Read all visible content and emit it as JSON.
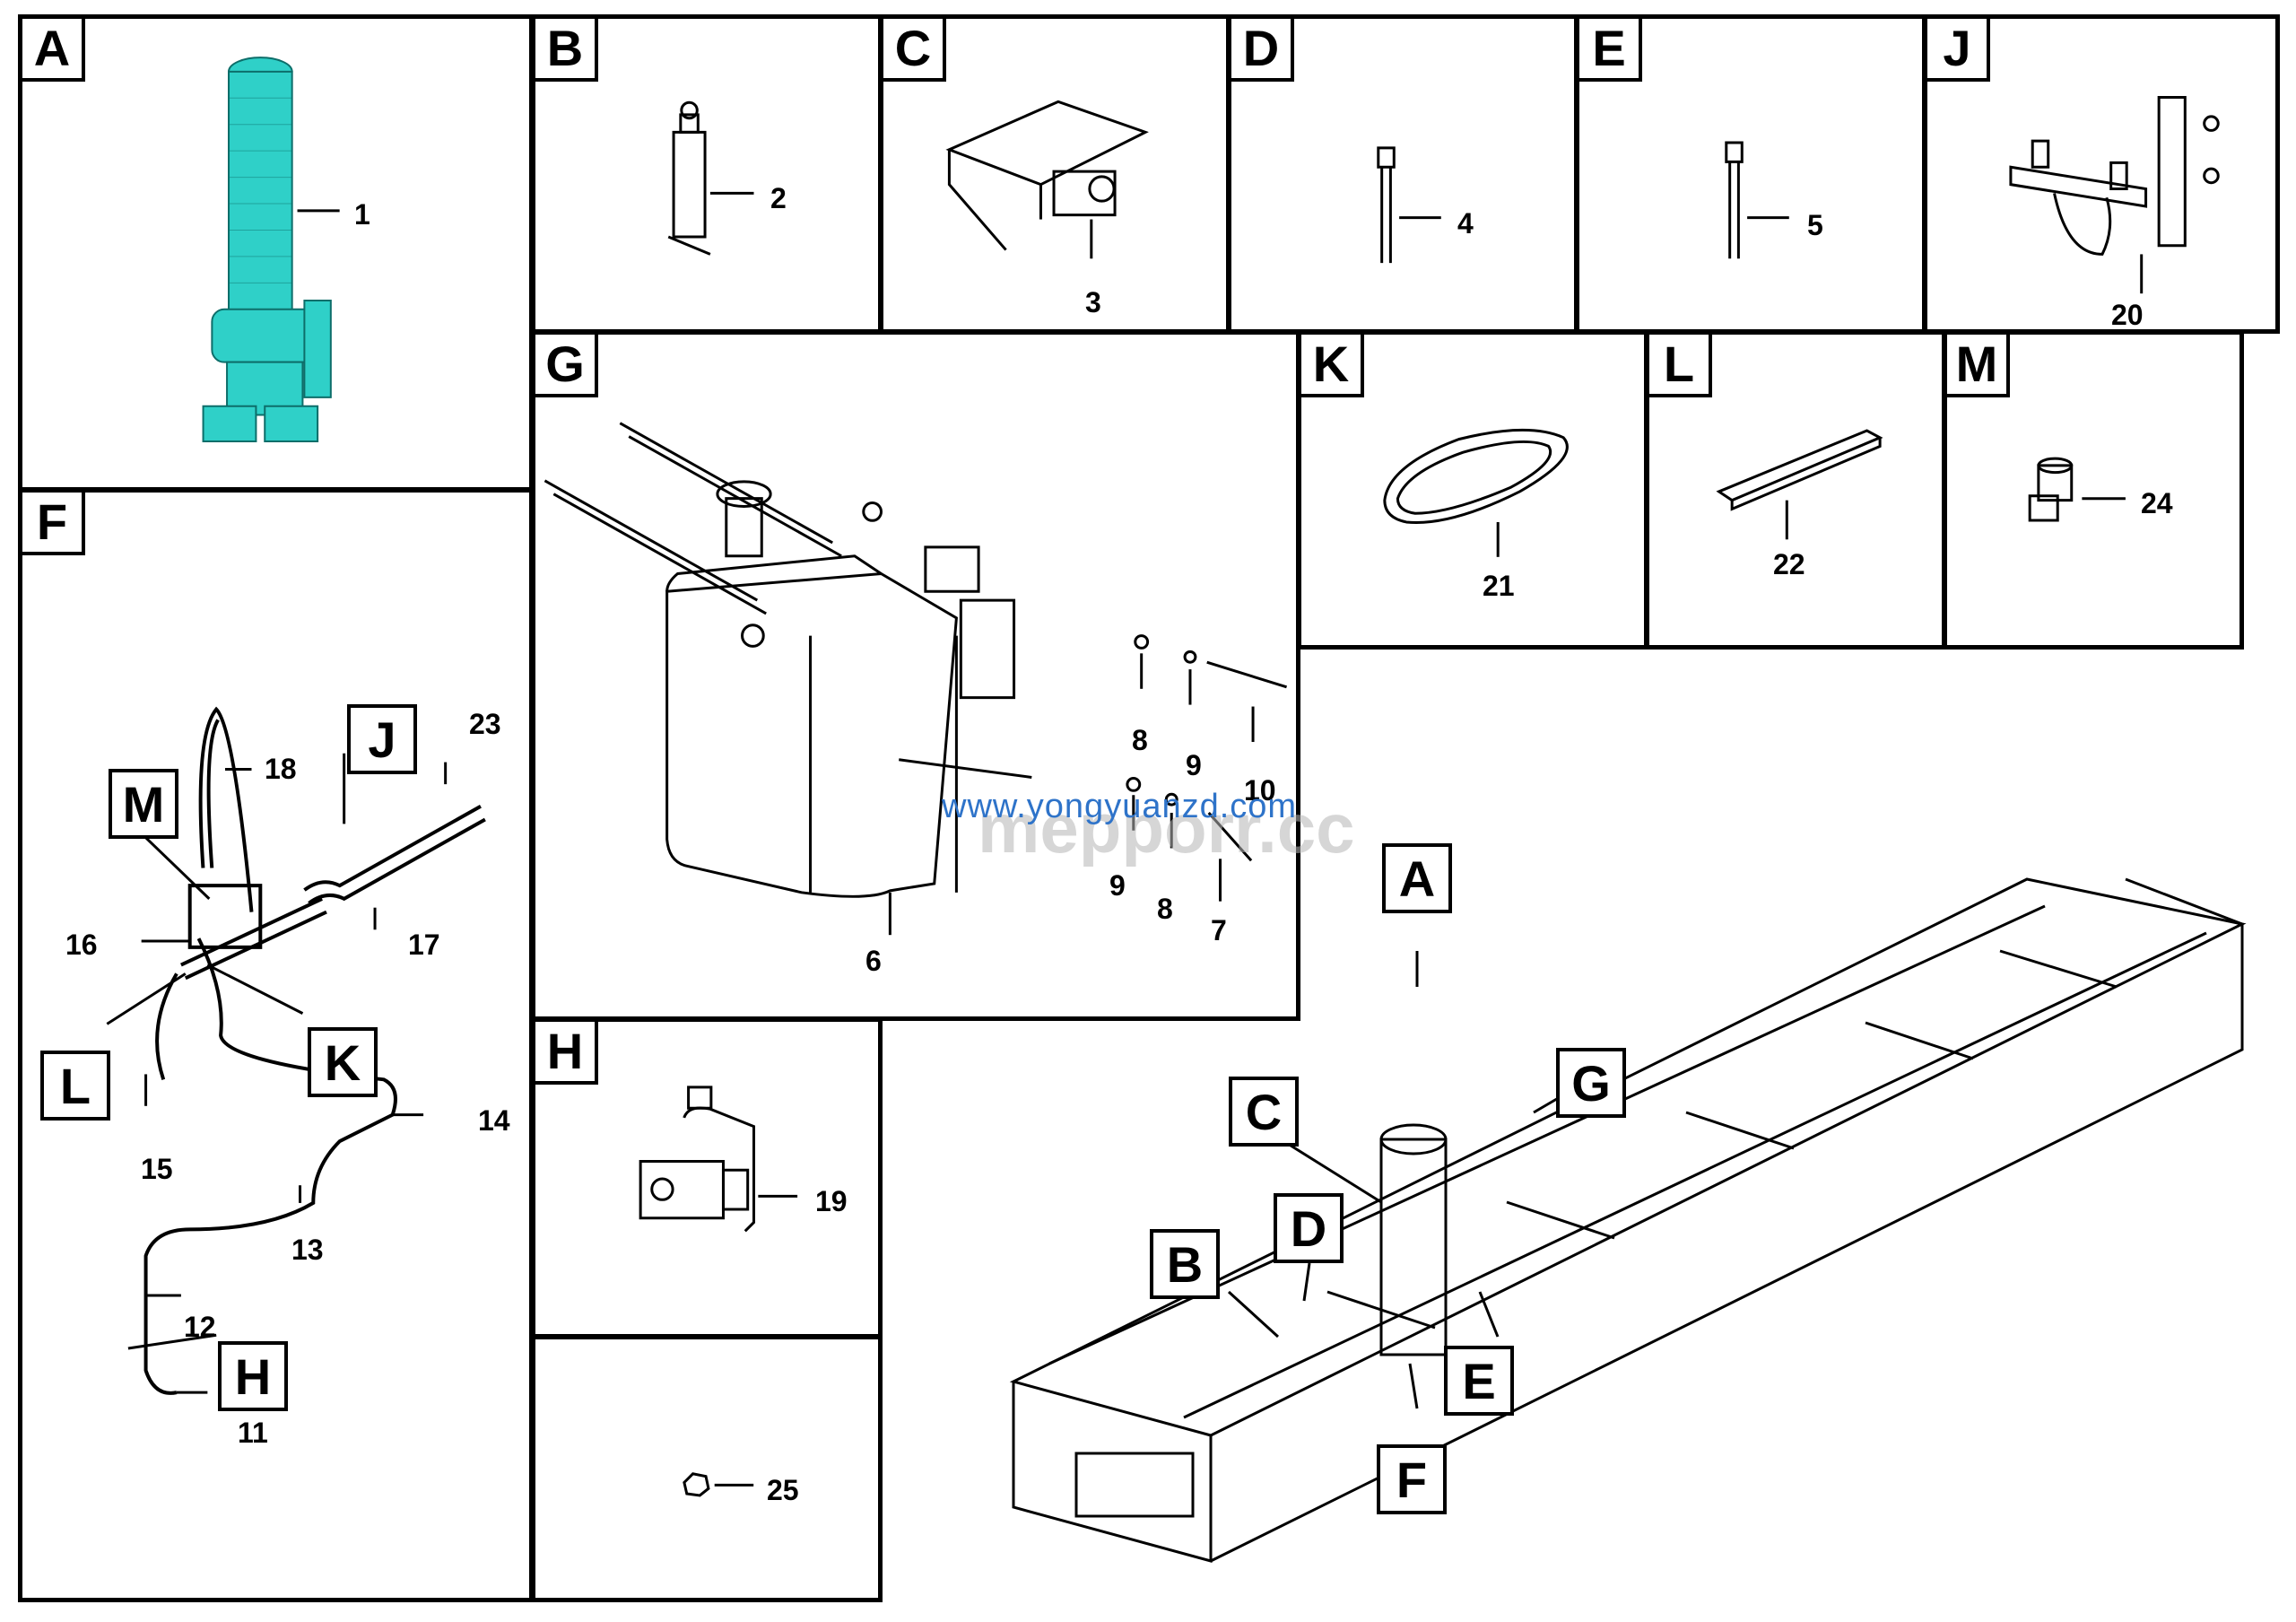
{
  "panels": {
    "A": {
      "letter": "A",
      "callouts": [
        "1"
      ]
    },
    "B": {
      "letter": "B",
      "callouts": [
        "2"
      ]
    },
    "C": {
      "letter": "C",
      "callouts": [
        "3"
      ]
    },
    "D": {
      "letter": "D",
      "callouts": [
        "4"
      ]
    },
    "E": {
      "letter": "E",
      "callouts": [
        "5"
      ]
    },
    "J": {
      "letter": "J",
      "callouts": [
        "20"
      ]
    },
    "G": {
      "letter": "G",
      "callouts": [
        "6",
        "7",
        "8",
        "9",
        "8",
        "9",
        "10"
      ]
    },
    "K": {
      "letter": "K",
      "callouts": [
        "21"
      ]
    },
    "L": {
      "letter": "L",
      "callouts": [
        "22"
      ]
    },
    "M": {
      "letter": "M",
      "callouts": [
        "24"
      ]
    },
    "F": {
      "letter": "F",
      "callouts": [
        "23",
        "18",
        "16",
        "17",
        "15",
        "14",
        "13",
        "12",
        "11"
      ],
      "sublabels": [
        "M",
        "J",
        "L",
        "K",
        "H"
      ]
    },
    "H": {
      "letter": "H",
      "callouts": [
        "19"
      ]
    },
    "N": {
      "letter": "",
      "callouts": [
        "25"
      ]
    }
  },
  "overview_labels": [
    "A",
    "C",
    "G",
    "D",
    "B",
    "E",
    "F"
  ],
  "watermark": {
    "line1": "www.yongyuanzd.com",
    "line2": "mepporr.cc"
  },
  "colors": {
    "line": "#000000",
    "cylinder": "#2fd0c8",
    "watermark_blue": "#2e73c9"
  },
  "icons": [
    "tipper-cylinder-icon",
    "pressure-switch-icon",
    "valve-bracket-icon",
    "fitting-icon",
    "hydraulic-tank-icon",
    "hose-clamp-icon",
    "seal-ring-icon",
    "rail-icon",
    "elbow-icon",
    "nut-icon",
    "chassis-frame-icon"
  ]
}
